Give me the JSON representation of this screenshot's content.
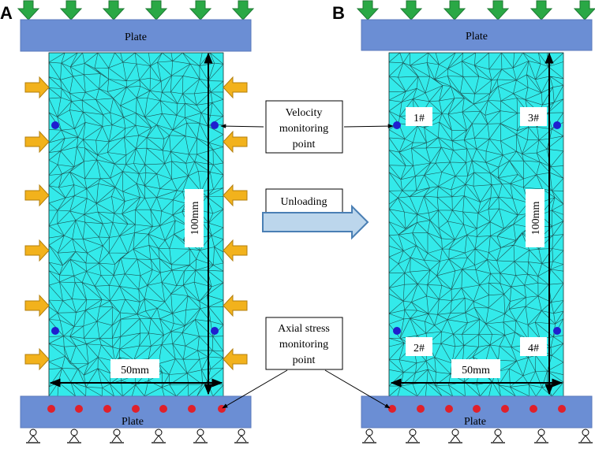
{
  "panels": {
    "a": {
      "letter": "A",
      "top_plate": "Plate",
      "bottom_plate": "Plate",
      "height_dim": "100mm",
      "width_dim": "50mm"
    },
    "b": {
      "letter": "B",
      "top_plate": "Plate",
      "bottom_plate": "Plate",
      "height_dim": "100mm",
      "width_dim": "50mm",
      "points": [
        "1#",
        "2#",
        "3#",
        "4#"
      ]
    }
  },
  "callouts": {
    "velocity": "Velocity\nmonitoring\npoint",
    "unloading": "Unloading",
    "axial": "Axial stress\nmonitoring\npoint"
  },
  "colors": {
    "specimen": "#33eaea",
    "mesh": "#1a3a3a",
    "plate": "#6b8ed4",
    "down_arrow": "#2aa845",
    "side_arrow": "#f2b21c",
    "velocity_point": "#1f1fcf",
    "stress_point": "#e0202a",
    "unloading_arrow": "#bcd6ec"
  }
}
